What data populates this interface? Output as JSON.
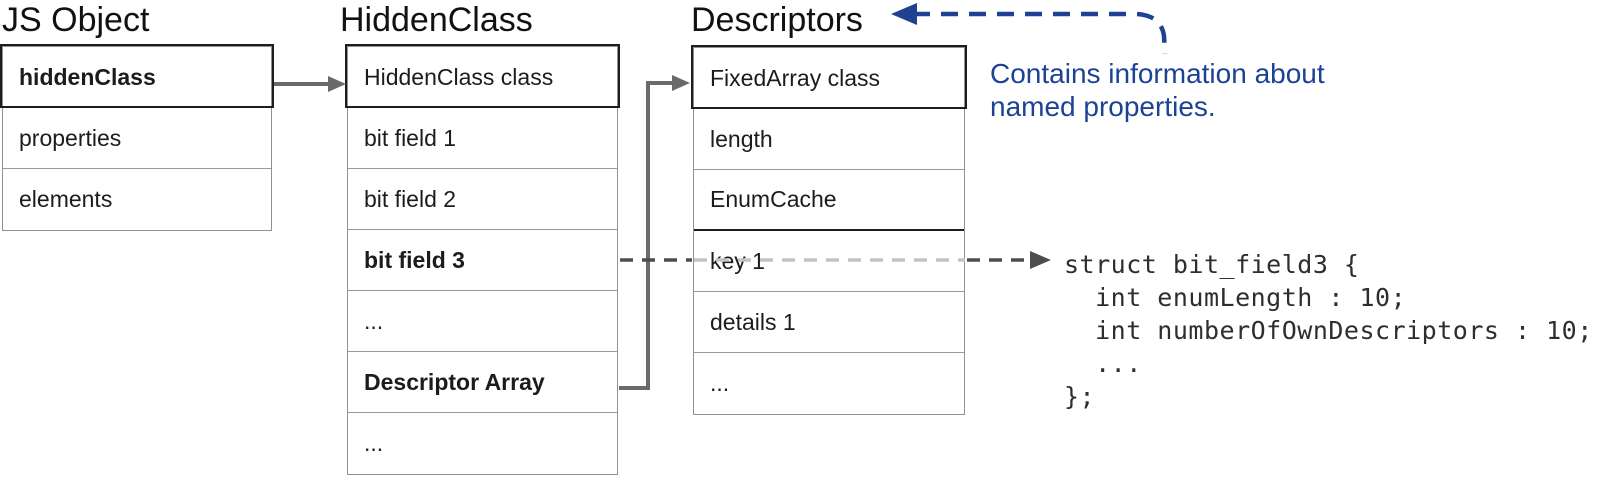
{
  "js_object": {
    "title": "JS Object",
    "rows": [
      "hiddenClass",
      "properties",
      "elements"
    ]
  },
  "hidden_class": {
    "title": "HiddenClass",
    "rows": [
      "HiddenClass class",
      "bit field 1",
      "bit field 2",
      "bit field 3",
      "...",
      "Descriptor Array",
      "..."
    ]
  },
  "descriptors": {
    "title": "Descriptors",
    "rows": [
      "FixedArray class",
      "length",
      "EnumCache",
      "key 1",
      "details 1",
      "..."
    ]
  },
  "annotation": {
    "line1": "Contains information about",
    "line2": "named properties."
  },
  "code": {
    "lines": [
      "struct bit_field3 {",
      "  int enumLength : 10;",
      "  int numberOfOwnDescriptors : 10;",
      "  ...",
      "};"
    ]
  },
  "colors": {
    "annotation_blue": "#1e4191",
    "arrow_gray": "#6a6a6a",
    "dashed_dark_gray": "#4d4d4d",
    "dashed_light_gray": "#c3c3c3",
    "border_dark": "#1d1d1d",
    "border_gray": "#9a9a9a",
    "text_black": "#1c1c1c"
  }
}
